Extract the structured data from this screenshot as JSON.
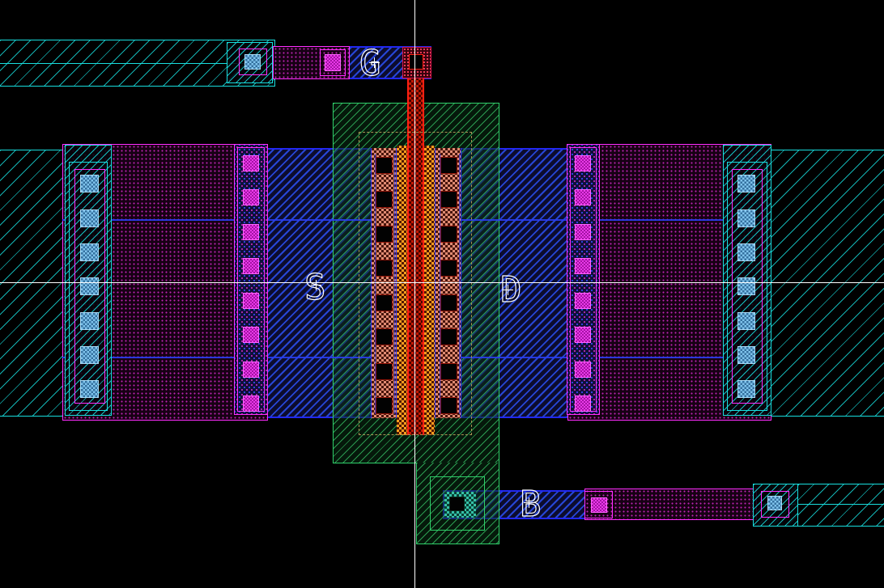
{
  "ports": {
    "G": {
      "label": "G"
    },
    "S": {
      "label": "S"
    },
    "D": {
      "label": "D"
    },
    "B": {
      "label": "B"
    },
    "anchor_marker": "+"
  },
  "layers": {
    "background": "#000000",
    "crosshair_white": "#ffffff",
    "metal3_cyan": "#18dede",
    "metal2_magenta": "#ff2dff",
    "metal1_blue": "#2228f0",
    "poly_red": "#ff2012",
    "gate_edge_orange": "#ff9d1f",
    "diffusion_salmon": "#df8a72",
    "well_green": "#2fd06a",
    "select_dashed_tan": "#a79454",
    "via_m2_m3_lightblue": "#7fc3ec",
    "via_m1_m2_magenta": "#e83ae8",
    "tap_teal": "#35c0a6",
    "contact_black": "#020202"
  },
  "structure": {
    "gate_fingers": 1,
    "sd_contact_columns": 2,
    "contacts_per_column": 8,
    "m1_m2_via_columns": 2,
    "vias_per_m1_m2_column": 8,
    "m2_m3_via_stacks": 2,
    "vias_per_m2_m3_stack": 7
  }
}
